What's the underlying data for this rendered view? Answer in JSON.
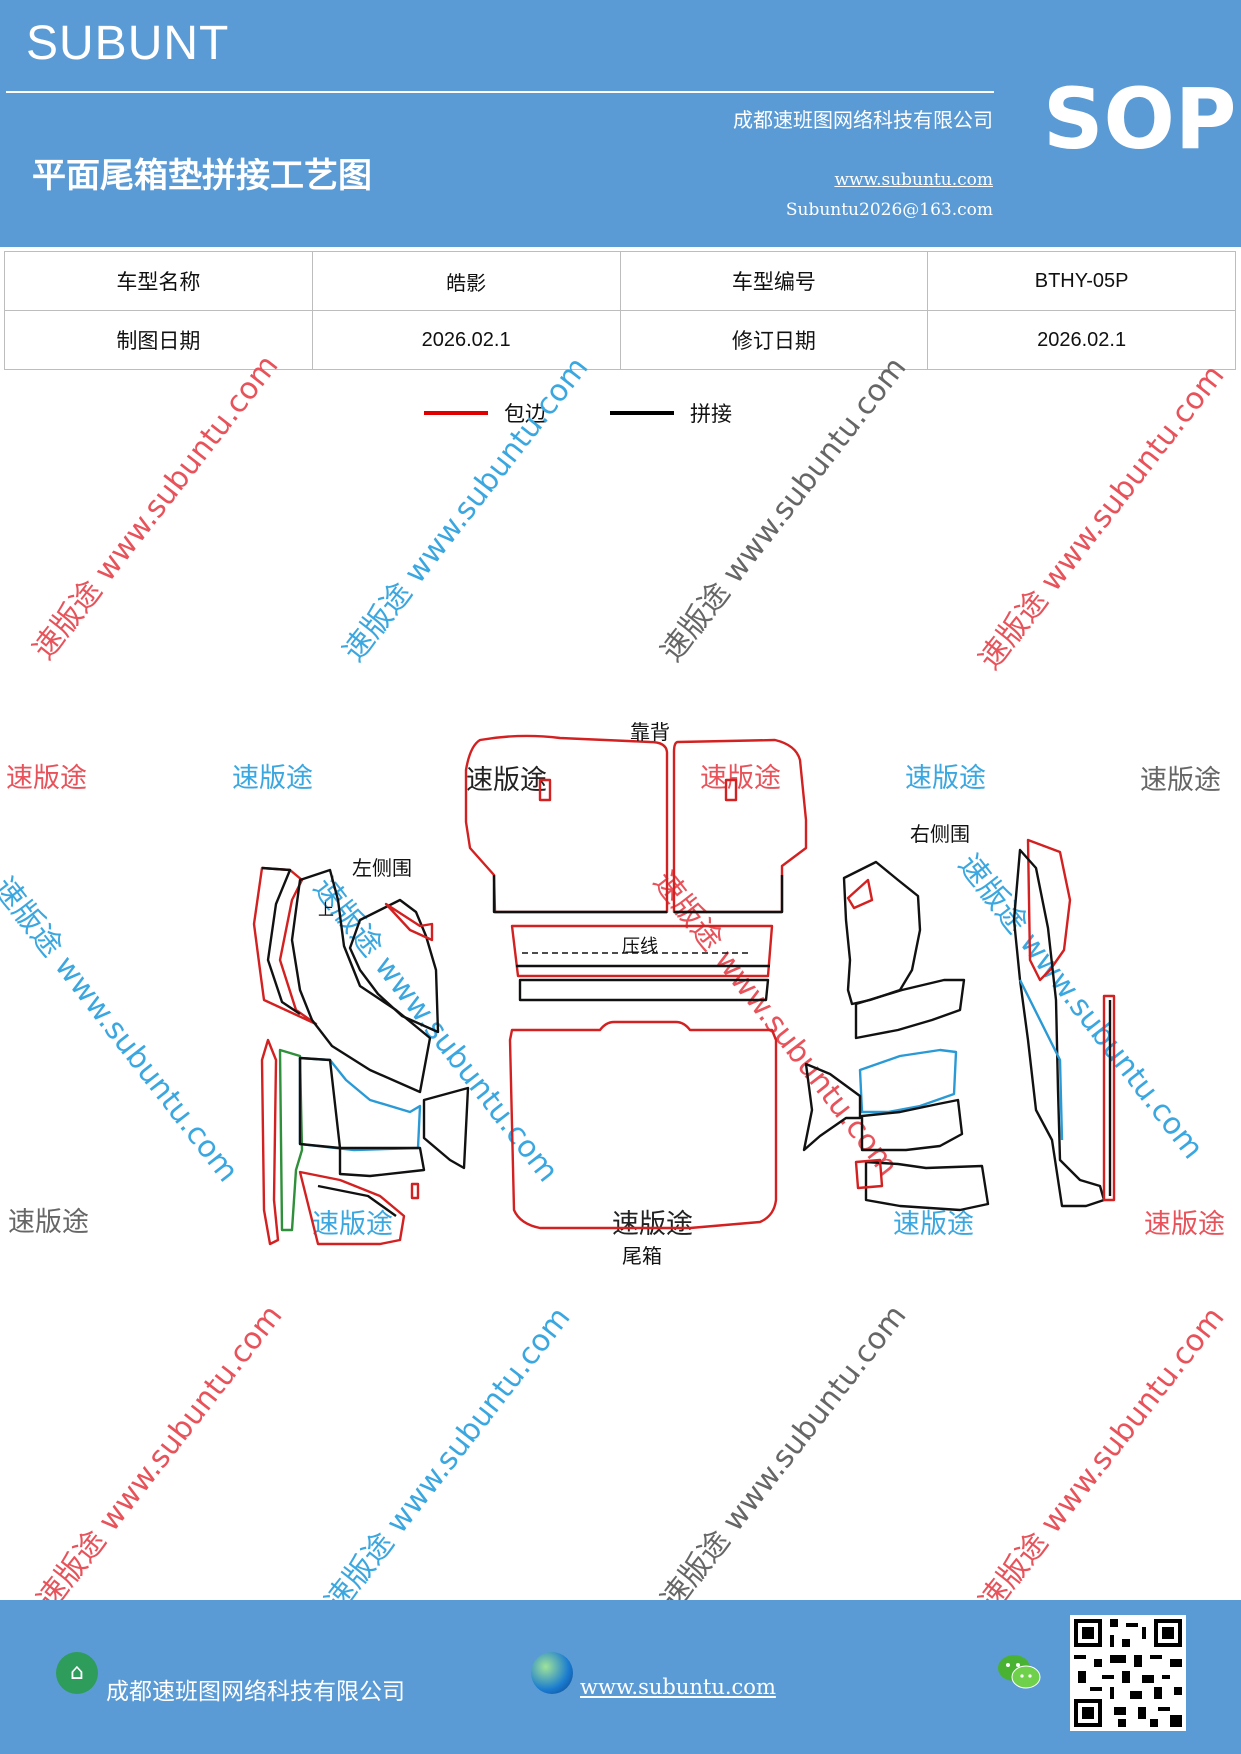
{
  "header": {
    "brand": "SUBUNT",
    "company": "成都速班图网络科技有限公司",
    "title": "平面尾箱垫拼接工艺图",
    "website": "www.subuntu.com",
    "email": "Subuntu2026@163.com",
    "badge": "SOP"
  },
  "info_table": {
    "row1": [
      "车型名称",
      "皓影",
      "车型编号",
      "BTHY-05P"
    ],
    "row2": [
      "制图日期",
      "2026.02.1",
      "修订日期",
      "2026.02.1"
    ]
  },
  "legend": {
    "items": [
      {
        "label": "包边",
        "color": "#e00000"
      },
      {
        "label": "拼接",
        "color": "#000000"
      }
    ]
  },
  "watermark": {
    "diag": "速版途 www.subuntu.com",
    "word": "速版途"
  },
  "diagram": {
    "labels": {
      "backrest": "靠背",
      "left_side": "左侧围",
      "right_side": "右侧围",
      "press_line": "压线",
      "trunk": "尾箱",
      "up_mark": "上"
    },
    "colors": {
      "edge": "#d32020",
      "seam": "#111111",
      "alt1": "#2a9ad6",
      "alt2": "#2f8f3a"
    }
  },
  "footer": {
    "company": "成都速班图网络科技有限公司",
    "website": "www.subuntu.com",
    "home_icon": "building-icon",
    "globe_icon": "globe-icon",
    "chat_icon": "wechat-icon",
    "qr_icon": "qr-code-icon"
  }
}
